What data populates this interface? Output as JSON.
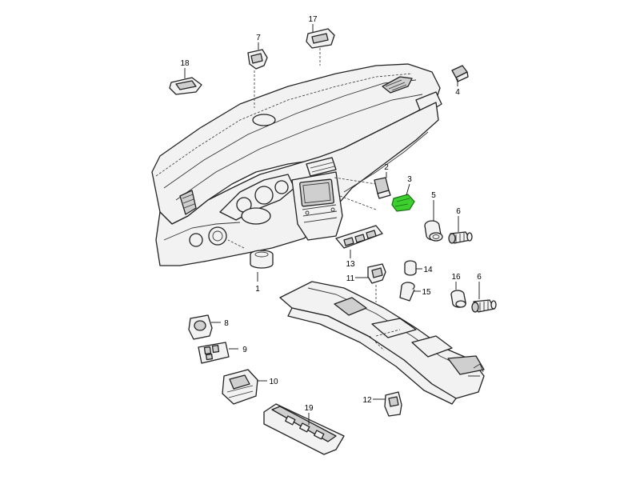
{
  "diagram": {
    "highlight_color": "#3ccf2e",
    "callouts": {
      "c1": "1",
      "c2": "2",
      "c3": "3",
      "c4": "4",
      "c5": "5",
      "c6a": "6",
      "c6b": "6",
      "c7": "7",
      "c8": "8",
      "c9": "9",
      "c10": "10",
      "c11": "11",
      "c12": "12",
      "c13": "13",
      "c14": "14",
      "c15": "15",
      "c16": "16",
      "c17": "17",
      "c18": "18",
      "c19": "19"
    }
  }
}
